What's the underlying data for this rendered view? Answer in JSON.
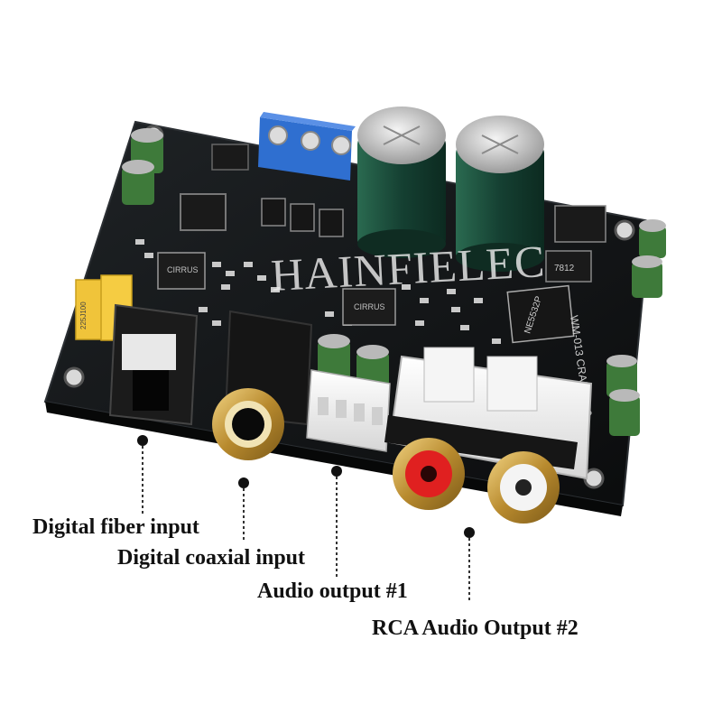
{
  "watermark": "HAINFIELEC",
  "silkscreen": {
    "board_id": "WM-013 CRAECH10",
    "chip_left": "CIRRUS",
    "chip_mid": "CIRRUS",
    "opamp": "NE5532P",
    "regulator": "7812",
    "cap_left": "225J100"
  },
  "labels": {
    "fiber": "Digital fiber input",
    "coax": "Digital coaxial input",
    "audio1": "Audio output #1",
    "rca": "RCA Audio Output #2"
  },
  "colors": {
    "pcb": "#111315",
    "capacitor_green": "#1d4a38",
    "terminal_blue": "#2f6fd0",
    "rca_red": "#e02020",
    "gold": "#caa24a",
    "label_text": "#111111"
  }
}
